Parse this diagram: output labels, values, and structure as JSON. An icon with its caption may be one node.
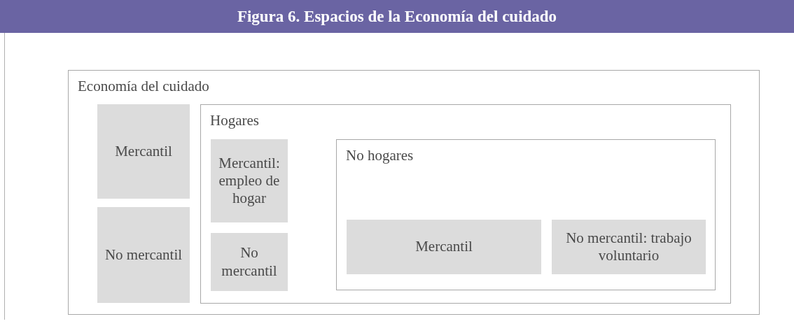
{
  "diagram": {
    "title": "Figura 6. Espacios de la Economía del cuidado",
    "nodes": [
      {
        "text": [
          "Economía del cuidado"
        ]
      },
      {
        "text": [
          "Mercantil"
        ],
        "in": 0
      },
      {
        "text": [
          "No mercantil"
        ],
        "in": 0
      },
      {
        "text": [
          "Hogares"
        ],
        "in": 0
      },
      {
        "text": [
          "Mercantil: empleo de hogar"
        ],
        "in": 3
      },
      {
        "text": [
          "No mercantil"
        ],
        "in": 3
      },
      {
        "text": [
          "No hogares"
        ],
        "in": 3
      },
      {
        "text": [
          "Mercantil"
        ],
        "in": 6
      },
      {
        "text": [
          "No mercantil: trabajo voluntario"
        ],
        "in": 6
      }
    ]
  }
}
